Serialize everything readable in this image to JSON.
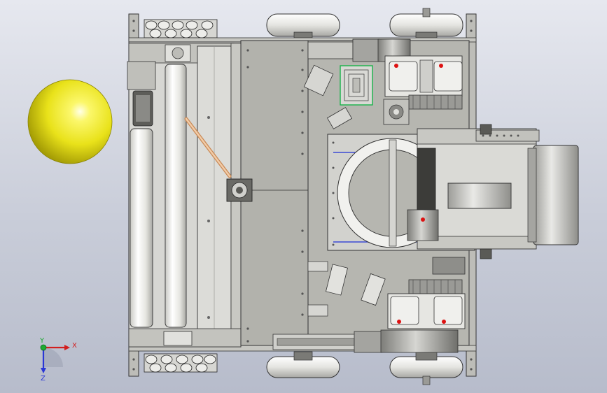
{
  "viewport": {
    "background_top": "#e6e8ef",
    "background_bottom": "#b7bccb"
  },
  "colors": {
    "ball": "#f2ee1e",
    "plate": "#b4b4ae",
    "plate_dark": "#9b9b96",
    "roller": "#f1f1ee",
    "wheel": "#ececea",
    "outline": "#2b2b2b",
    "accent_blue": "#1e2fd6",
    "accent_green": "#19b34a",
    "rod": "#e3b58e"
  },
  "triad": {
    "x_label": "X",
    "y_label": "Y",
    "z_label": "Z",
    "x_color": "#d21e1e",
    "y_color": "#1eaa32",
    "z_color": "#2a36d6"
  },
  "objects": {
    "ball_icon": "sphere-icon",
    "robot": "robot-chassis-assembly"
  }
}
